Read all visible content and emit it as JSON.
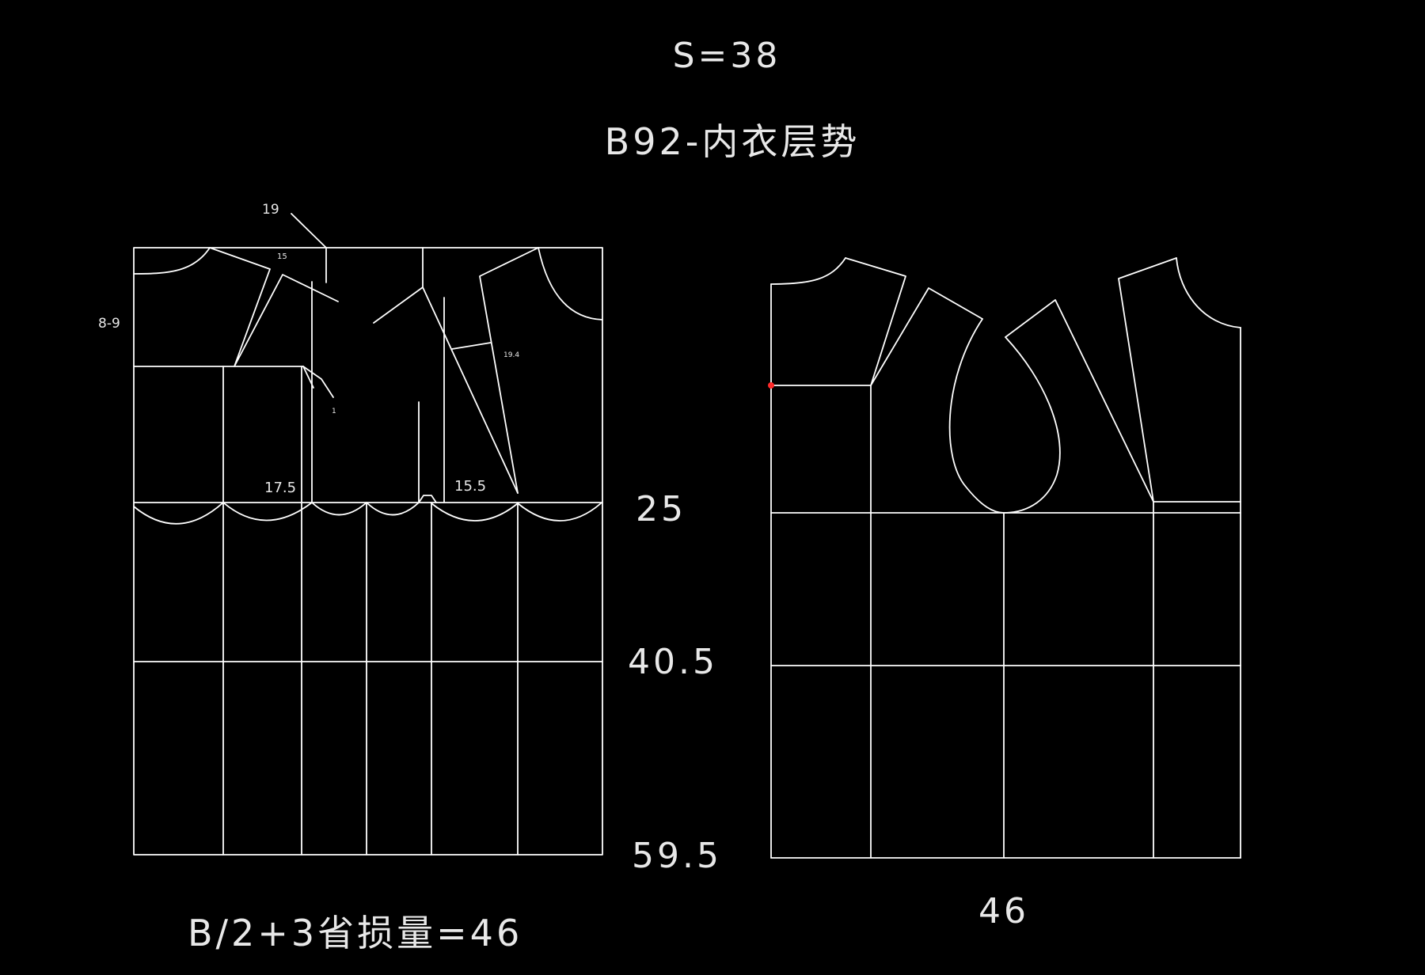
{
  "header": {
    "size_label": "S=38",
    "title": "B92-内衣层势"
  },
  "left_pattern": {
    "labels": {
      "top_19": "19",
      "dart_15": "15",
      "neck_89": "8-9",
      "dart_194": "19.4",
      "tick_1": "1",
      "chest_175": "17.5",
      "chest_155": "15.5"
    },
    "formula": "B/2+3省损量=46"
  },
  "measurements": {
    "m1": "25",
    "m2": "40.5",
    "m3": "59.5"
  },
  "right_pattern": {
    "width_label": "46"
  },
  "colors": {
    "background": "#000000",
    "line": "#ffffff",
    "marker": "#ff2a2a"
  }
}
